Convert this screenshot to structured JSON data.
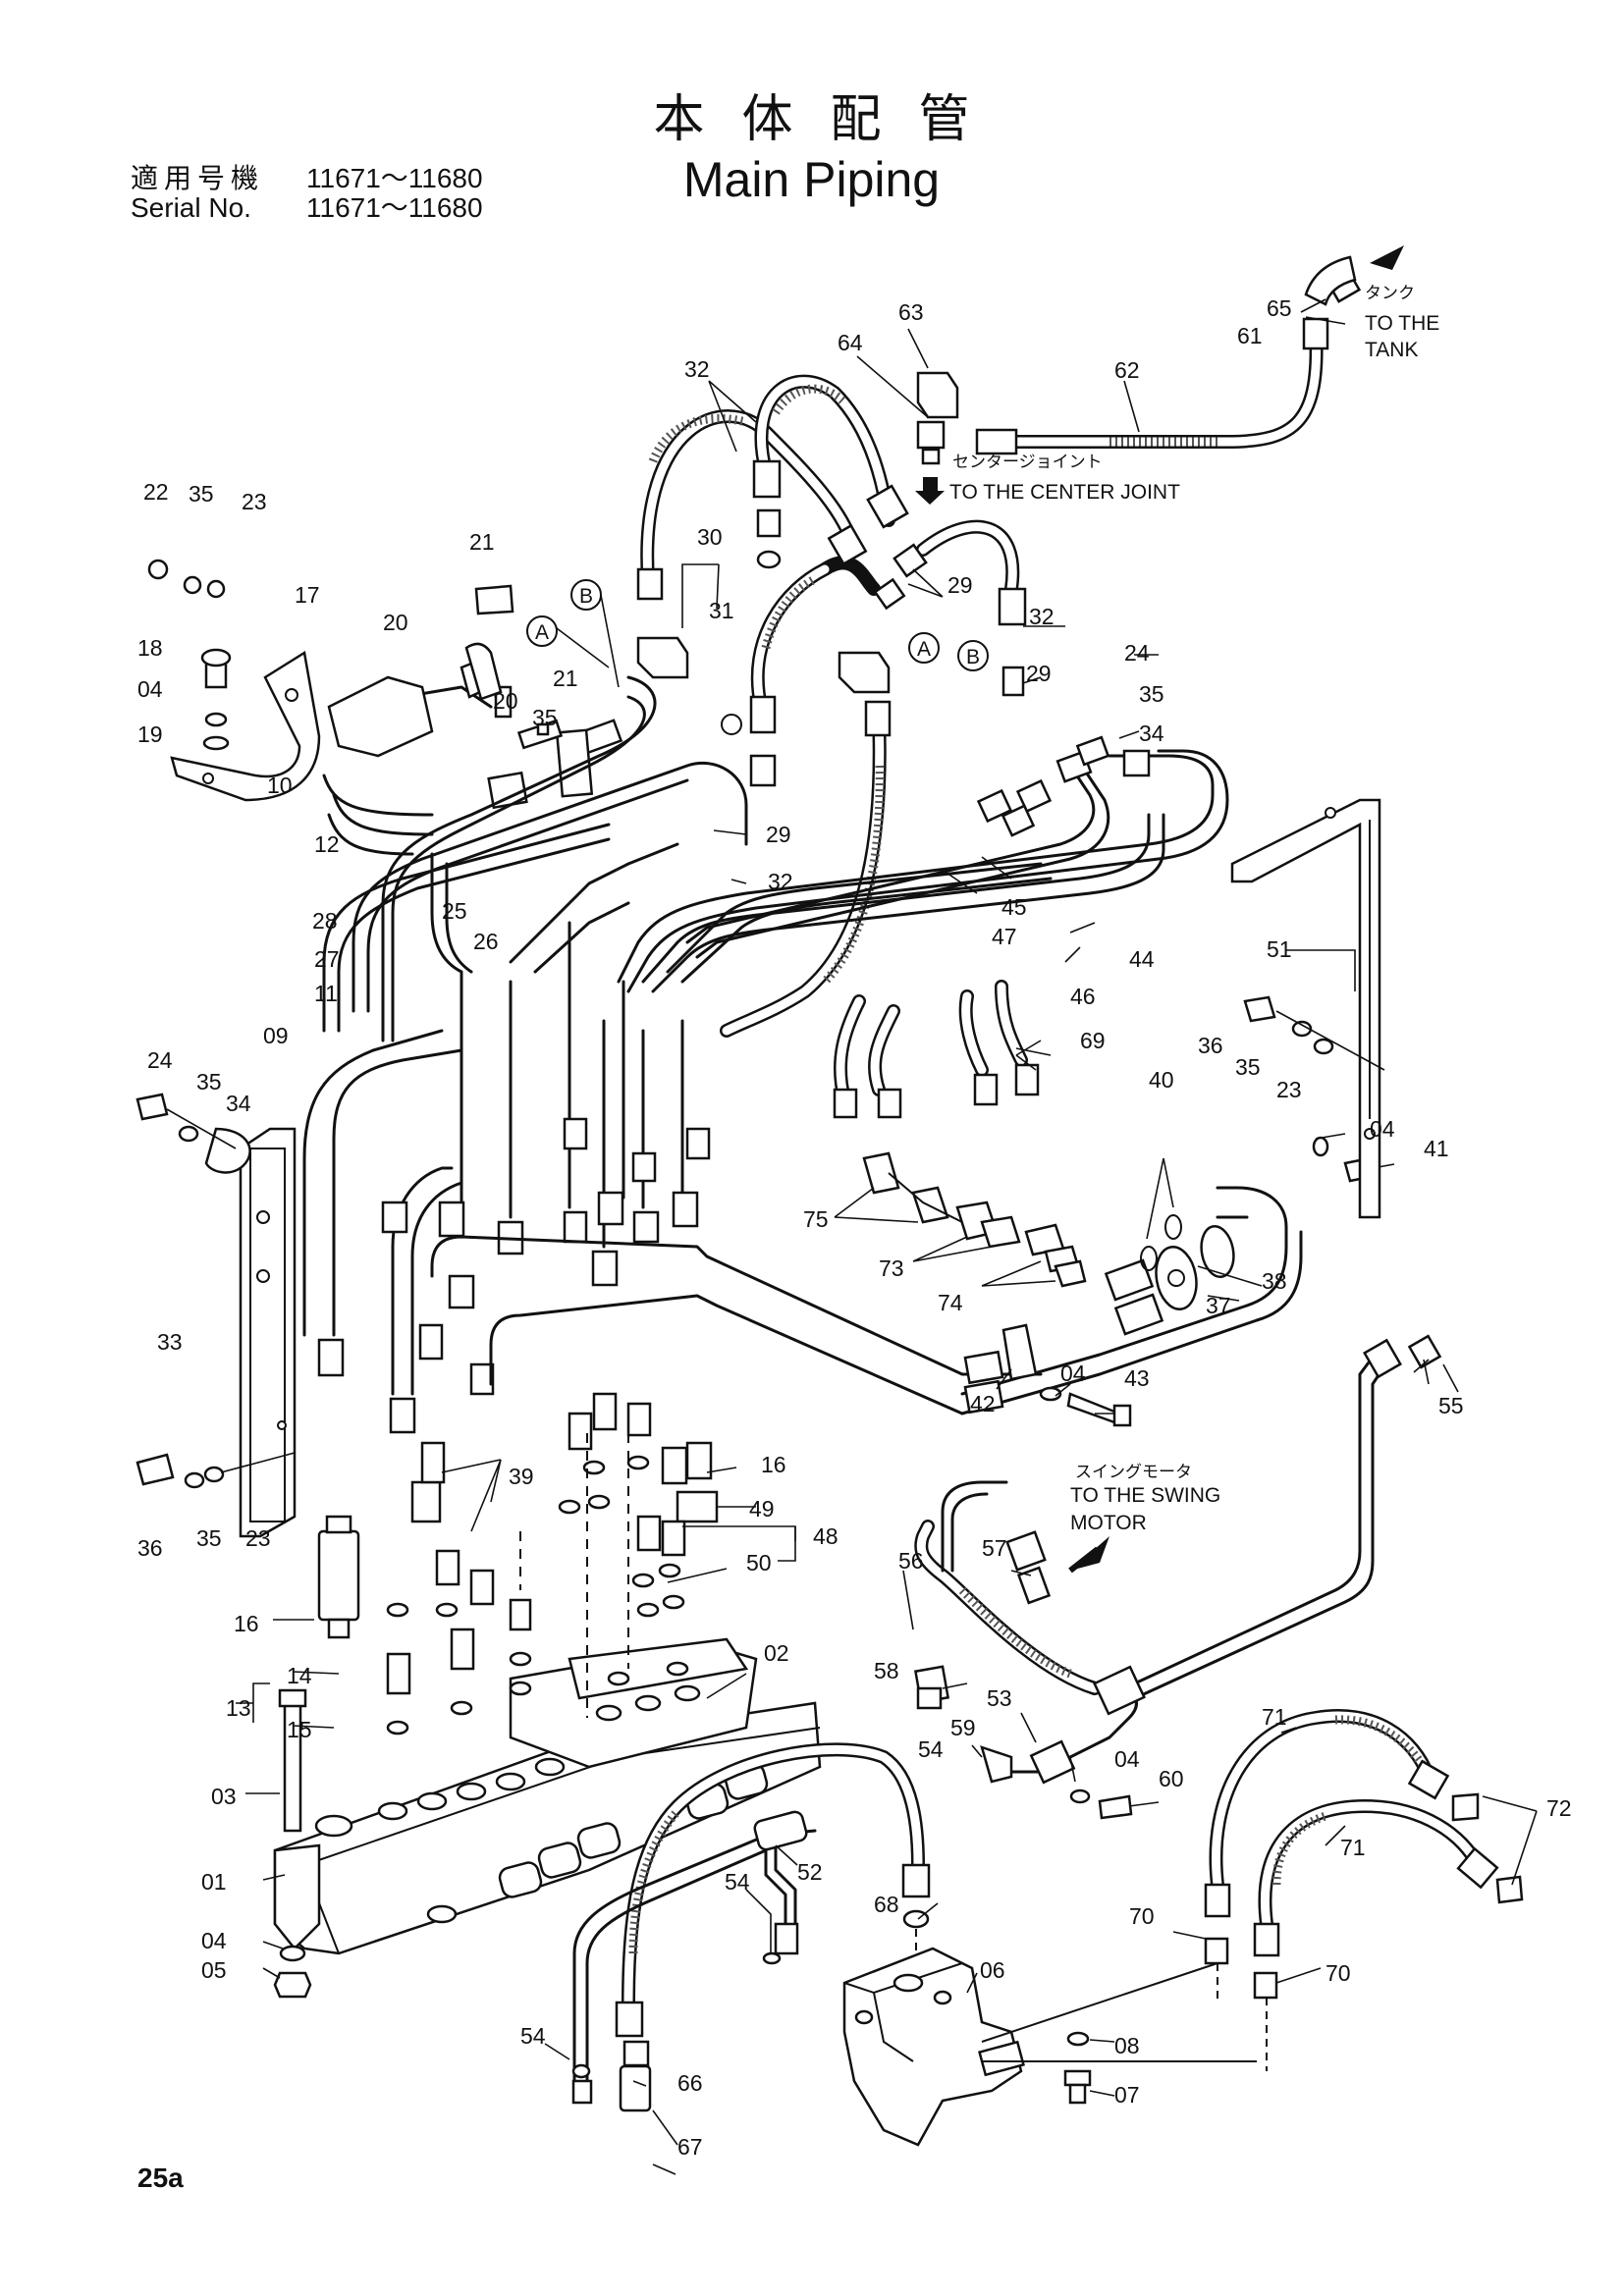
{
  "header": {
    "title_jp": "本体配管",
    "title_en": "Main Piping",
    "serial_label_jp": "適用号機",
    "serial_range_jp": "11671～11680",
    "serial_label_en": "Serial No.",
    "serial_range_en": "11671～11680"
  },
  "annotations": {
    "tank_jp": "タンク",
    "tank_en_1": "TO THE",
    "tank_en_2": "TANK",
    "center_joint_jp": "センタージョイント",
    "center_joint_en": "TO THE CENTER JOINT",
    "swing_jp": "スイングモータ",
    "swing_en_1": "TO THE SWING",
    "swing_en_2": "MOTOR",
    "ref_a": "A",
    "ref_b": "B"
  },
  "callouts": {
    "c01": "01",
    "c02": "02",
    "c03": "03",
    "c04": "04",
    "c05": "05",
    "c06": "06",
    "c07": "07",
    "c08": "08",
    "c09": "09",
    "c10": "10",
    "c11": "11",
    "c12": "12",
    "c13": "13",
    "c14": "14",
    "c15": "15",
    "c16": "16",
    "c17": "17",
    "c18": "18",
    "c19": "19",
    "c20": "20",
    "c21": "21",
    "c22": "22",
    "c23": "23",
    "c24": "24",
    "c25": "25",
    "c26": "26",
    "c27": "27",
    "c28": "28",
    "c29": "29",
    "c30": "30",
    "c31": "31",
    "c32": "32",
    "c33": "33",
    "c34": "34",
    "c35": "35",
    "c36": "36",
    "c37": "37",
    "c38": "38",
    "c39": "39",
    "c40": "40",
    "c41": "41",
    "c42": "42",
    "c43": "43",
    "c44": "44",
    "c45": "45",
    "c46": "46",
    "c47": "47",
    "c48": "48",
    "c49": "49",
    "c50": "50",
    "c51": "51",
    "c52": "52",
    "c53": "53",
    "c54": "54",
    "c55": "55",
    "c56": "56",
    "c57": "57",
    "c58": "58",
    "c59": "59",
    "c60": "60",
    "c61": "61",
    "c62": "62",
    "c63": "63",
    "c64": "64",
    "c65": "65",
    "c66": "66",
    "c67": "67",
    "c68": "68",
    "c69": "69",
    "c70": "70",
    "c71": "71",
    "c72": "72",
    "c73": "73",
    "c74": "74",
    "c75": "75"
  },
  "footer": {
    "page_number": "25a"
  }
}
